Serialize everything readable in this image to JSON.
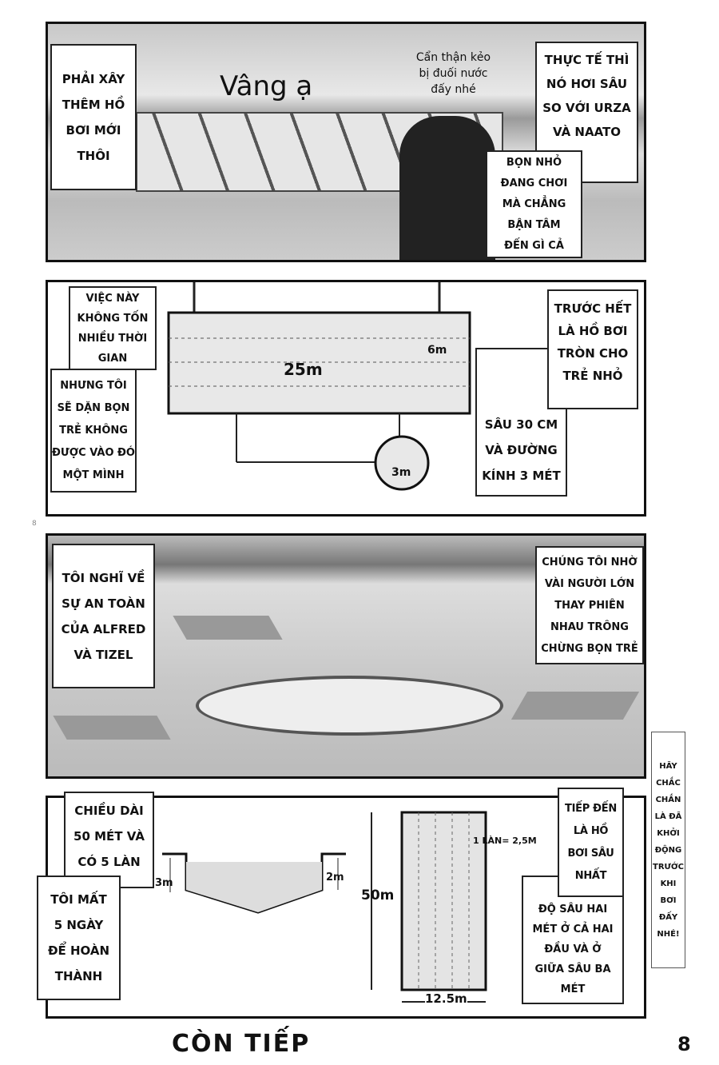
{
  "panel1": {
    "left_box": "PHẢI XÂY\nTHÊM HỒ\nBƠI MỚI\nTHÔI",
    "shout": "Vâng ạ",
    "whisper": "Cẩn thận kẻo\nbị đuối nước\nđấy nhé",
    "right_box": "THỰC TẾ THÌ\nNÓ HƠI SÂU\nSO VỚI URZA\nVÀ NAATO",
    "lower_box": "BỌN NHỎ\nĐANG CHƠI\nMÀ CHẲNG\nBẬN TÂM\nĐẾN GÌ CẢ"
  },
  "panel2": {
    "box1": "VIỆC NÀY\nKHÔNG TỐN\nNHIỀU THỜI\nGIAN",
    "box2": "NHƯNG TÔI\nSẼ DẶN BỌN\nTRẺ KHÔNG\nĐƯỢC VÀO ĐÓ\nMỘT MÌNH",
    "box3": "TRƯỚC HẾT\nLÀ HỒ BƠI\nTRÒN CHO\nTRẺ NHỎ",
    "box4": "SÂU 30 CM\nVÀ ĐƯỜNG\nKÍNH 3 MÉT",
    "length_label": "25m",
    "width_label": "6m",
    "diameter_label": "3m"
  },
  "page_marker": "8",
  "panel3": {
    "left_box": "TÔI NGHĨ VỀ\nSỰ AN TOÀN\nCỦA ALFRED\nVÀ TIZEL",
    "right_box": "CHÚNG TÔI NHỜ\nVÀI NGƯỜI LỚN\nTHAY PHIÊN\nNHAU TRÔNG\nCHỪNG BỌN TRẺ"
  },
  "side_note": "HÃY\nCHẮC\nCHẮN\nLÀ ĐÃ\nKHỞI\nĐỘNG\nTRƯỚC\nKHI\nBƠI\nĐẤY\nNHÉ!",
  "panel4": {
    "box1": "CHIỀU DÀI\n50 MÉT VÀ\nCÓ 5 LÀN",
    "box2": "TÔI MẤT\n5 NGÀY\nĐỂ HOÀN\nTHÀNH",
    "box3": "TIẾP ĐẾN\nLÀ HỒ\nBƠI SÂU\nNHẤT",
    "box4": "ĐỘ SÂU HAI\nMÉT Ở CẢ HAI\nĐẦU VÀ Ở\nGIỮA SÂU BA\nMÉT",
    "depth_left": "3m",
    "depth_right": "2m",
    "length": "50m",
    "lane": "1 LÀN= 2,5M",
    "width": "12.5m"
  },
  "footer": {
    "continued": "CÒN TIẾP",
    "page_number": "8"
  }
}
